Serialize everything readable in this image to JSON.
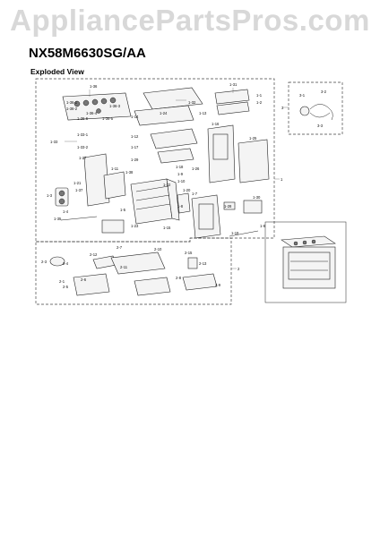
{
  "watermark": "AppliancePartsPros.com",
  "model": "NX58M6630SG/AA",
  "subtitle": "Exploded View",
  "callouts": {
    "c_1_36": "1-36",
    "c_1_36a": "1-36-1",
    "c_1_36b": "1-36-2",
    "c_1_36c": "1-36-3",
    "c_1_36d": "1-36-4",
    "c_1_36e": "1-36-5",
    "c_1_36f": "1-36-6",
    "c_1_32": "1-32",
    "c_1_14": "1-14",
    "c_1_24": "1-24",
    "c_1_12": "1-12",
    "c_1_13": "1-13",
    "c_1_31": "1-31",
    "c_1_1": "1-1",
    "c_1_2": "1-2",
    "c_1_33": "1-33",
    "c_1_33a": "1-33-1",
    "c_1_33b": "1-33-2",
    "c_1_3": "1-3",
    "c_1_4": "1-4",
    "c_1_5": "1-5",
    "c_1_6": "1-6",
    "c_1_7": "1-7",
    "c_1_8": "1-8",
    "c_1_9": "1-9",
    "c_1_10": "1-10",
    "c_1_11": "1-11",
    "c_1_15": "1-15",
    "c_1_16": "1-16",
    "c_1_17": "1-17",
    "c_1_18": "1-18",
    "c_1_19": "1-19",
    "c_1_20": "1-20",
    "c_1_21": "1-21",
    "c_1_22": "1-22",
    "c_1_23": "1-23",
    "c_1_25": "1-25",
    "c_1_26": "1-26",
    "c_1_27": "1-27",
    "c_1_28": "1-28",
    "c_1_29": "1-29",
    "c_1_30": "1-30",
    "c_1_35": "1-35",
    "c_1_37": "1-37",
    "c_1_38": "1-38",
    "c_1_1a": "1",
    "c_2": "2",
    "c_3": "3",
    "c_2_1": "2-1",
    "c_2_3": "2-3",
    "c_2_4": "2-4",
    "c_2_5": "2-5",
    "c_2_6": "2-6",
    "c_2_7": "2-7",
    "c_2_8": "2-8",
    "c_2_9": "2-9",
    "c_2_10": "2-10",
    "c_2_11": "2-11",
    "c_2_12": "2-12",
    "c_2_13": "2-13",
    "c_2_15": "2-15",
    "c_3_1": "3-1",
    "c_3_2": "3-2",
    "c_3_3": "3-3"
  }
}
